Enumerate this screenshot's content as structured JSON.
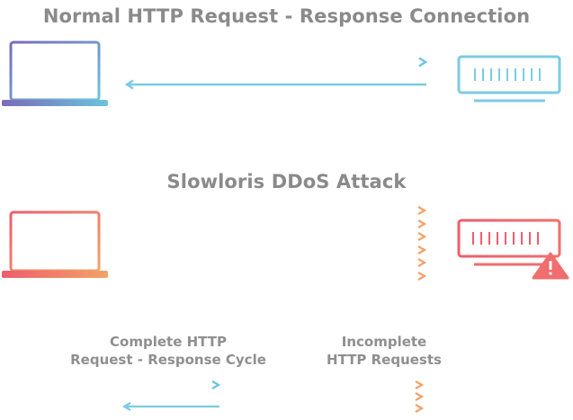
{
  "normal": {
    "title": "Normal HTTP Request - Response Connection"
  },
  "attack": {
    "title": "Slowloris DDoS Attack"
  },
  "legend": {
    "complete": {
      "line1": "Complete HTTP",
      "line2": "Request - Response Cycle"
    },
    "incomplete": {
      "line1": "Incomplete",
      "line2": "HTTP Requests"
    }
  },
  "icons": {
    "client_laptop": "laptop-icon",
    "server": "server-icon",
    "warning": "warning-icon"
  },
  "colors": {
    "normal_start": "#7b6bb8",
    "normal_end": "#6cc3de",
    "attack_start": "#ee5d6c",
    "attack_end": "#f3a268",
    "warning": "#f06e6e"
  }
}
